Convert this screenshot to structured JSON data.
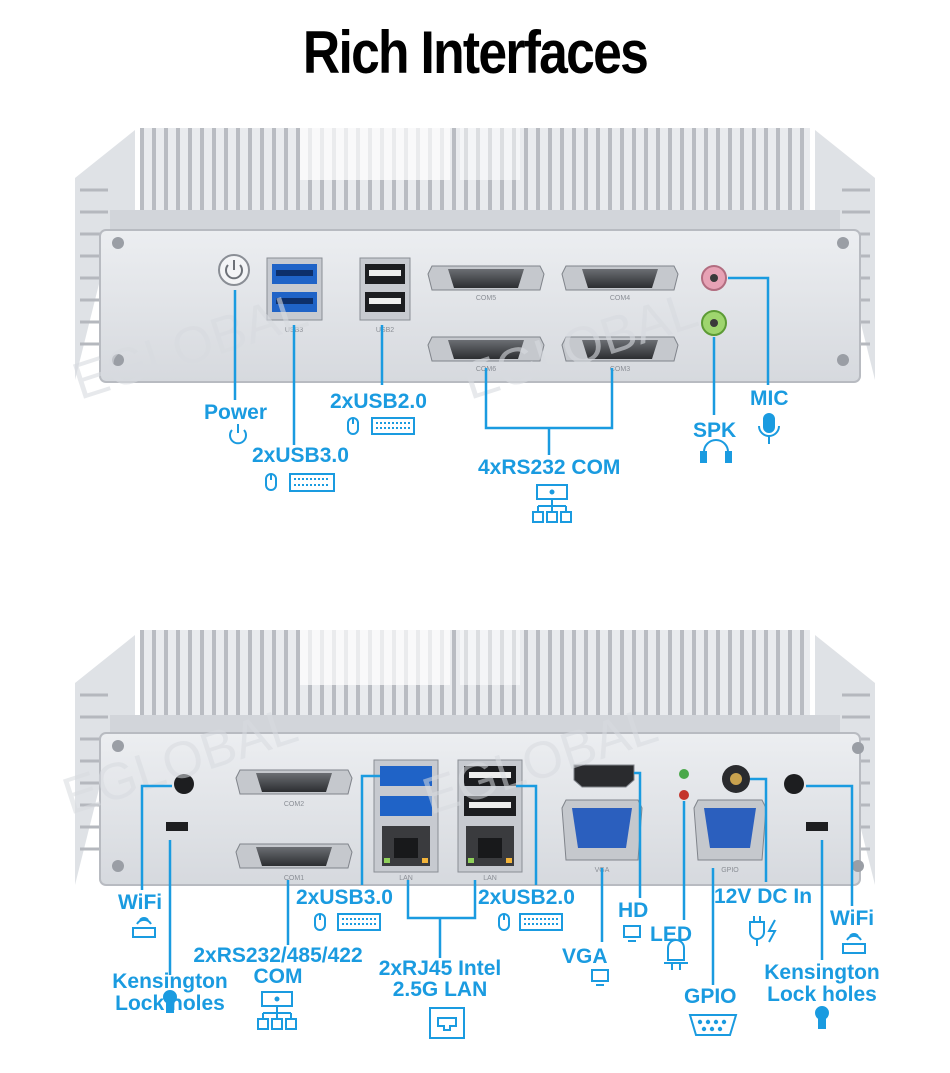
{
  "title": "Rich Interfaces",
  "watermark": "EGLOBAL",
  "accent_color": "#1a9be0",
  "top_panel": {
    "labels": {
      "power": "Power",
      "usb2": "2xUSB2.0",
      "usb3": "2xUSB3.0",
      "com": "4xRS232 COM",
      "spk": "SPK",
      "mic": "MIC"
    },
    "port_marks": {
      "usb3": "USB3",
      "usb2": "USB2",
      "com5": "COM5",
      "com4": "COM4",
      "com6": "COM6",
      "com3": "COM3"
    }
  },
  "bottom_panel": {
    "labels": {
      "wifi_left": "WiFi",
      "kensington_left": "Kensington\nLock holes",
      "rs232_line1": "2xRS232/485/422",
      "rs232_line2": "COM",
      "usb3": "2xUSB3.0",
      "usb2": "2xUSB2.0",
      "lan_line1": "2xRJ45 Intel",
      "lan_line2": "2.5G LAN",
      "vga": "VGA",
      "hd": "HD",
      "led": "LED",
      "gpio": "GPIO",
      "dc": "12V DC In",
      "wifi_right": "WiFi",
      "kensington_right": "Kensington\nLock holes"
    },
    "port_marks": {
      "com2": "COM2",
      "com1": "COM1",
      "lan1": "LAN",
      "lan2": "LAN",
      "vga": "VGA",
      "gpio": "GPIO"
    }
  }
}
